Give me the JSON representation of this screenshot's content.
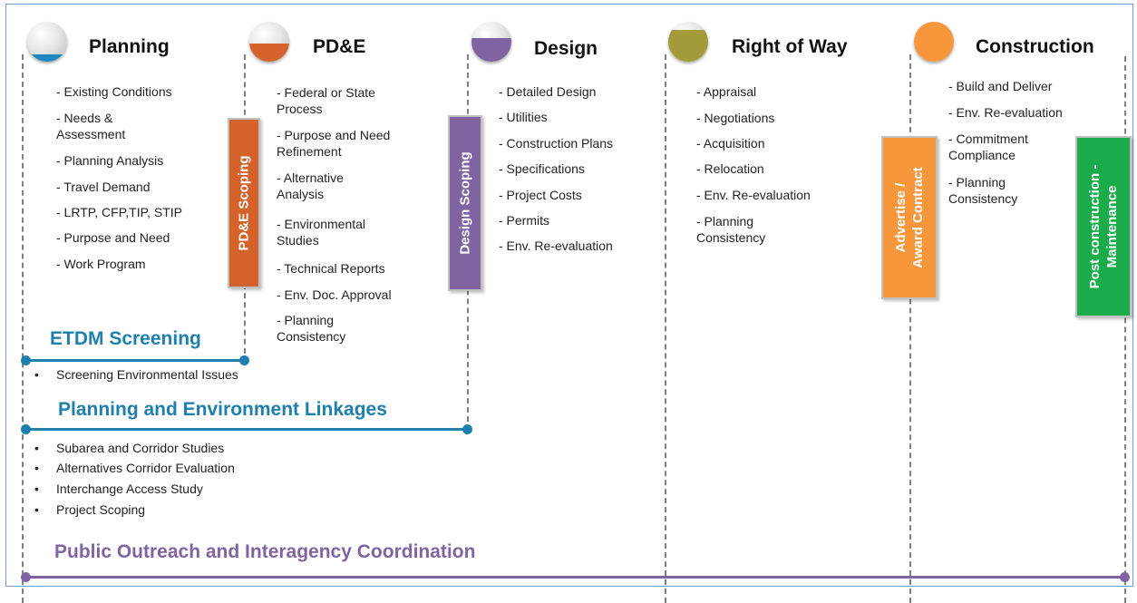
{
  "phases": [
    {
      "title": "Planning",
      "color": "#1e87c1",
      "fill_fraction": 0.18,
      "items": [
        "- Existing Conditions",
        "- Needs &\nAssessment",
        "- Planning Analysis",
        "- Travel Demand",
        "- LRTP, CFP,TIP, STIP",
        "- Purpose and Need",
        "- Work Program"
      ]
    },
    {
      "title": "PD&E",
      "color": "#d4622a",
      "fill_fraction": 0.45,
      "items": [
        "- Federal or State\nProcess",
        "- Purpose and Need\nRefinement",
        "- Alternative\nAnalysis",
        "- Environmental\nStudies",
        "- Technical Reports",
        "- Env. Doc. Approval",
        "- Planning\nConsistency"
      ]
    },
    {
      "title": "Design",
      "color": "#8064a2",
      "fill_fraction": 0.6,
      "items": [
        "- Detailed Design",
        "- Utilities",
        "- Construction Plans",
        "- Specifications",
        "- Project Costs",
        "- Permits",
        "- Env. Re-evaluation"
      ]
    },
    {
      "title": "Right of Way",
      "color": "#a39b3a",
      "fill_fraction": 0.8,
      "items": [
        "- Appraisal",
        "- Negotiations",
        "- Acquisition",
        "- Relocation",
        "- Env. Re-evaluation",
        "- Planning\nConsistency"
      ]
    },
    {
      "title": "Construction",
      "color": "#f7963b",
      "fill_fraction": 1.0,
      "items": [
        "- Build and Deliver",
        "- Env. Re-evaluation",
        "- Commitment\nCompliance",
        "- Planning\nConsistency"
      ]
    }
  ],
  "vertical_labels": [
    {
      "text": "PD&E Scoping",
      "color": "#d4622a"
    },
    {
      "text": "Design Scoping",
      "color": "#8064a2"
    },
    {
      "text": "Advertise /\nAward Contract",
      "color": "#f7963b"
    },
    {
      "text": "Post construction -\nMaintenance",
      "color": "#1aab4a"
    }
  ],
  "sections": {
    "etdm": {
      "title": "ETDM Screening",
      "color": "#1f7fae",
      "bullets": [
        "Screening Environmental Issues"
      ]
    },
    "pel": {
      "title": "Planning and Environment Linkages",
      "color": "#1f7fae",
      "bullets": [
        "Subarea and Corridor Studies",
        "Alternatives Corridor Evaluation",
        "Interchange Access Study",
        "Project Scoping"
      ]
    },
    "outreach": {
      "title": "Public Outreach and Interagency Coordination",
      "color": "#8064a2"
    }
  }
}
